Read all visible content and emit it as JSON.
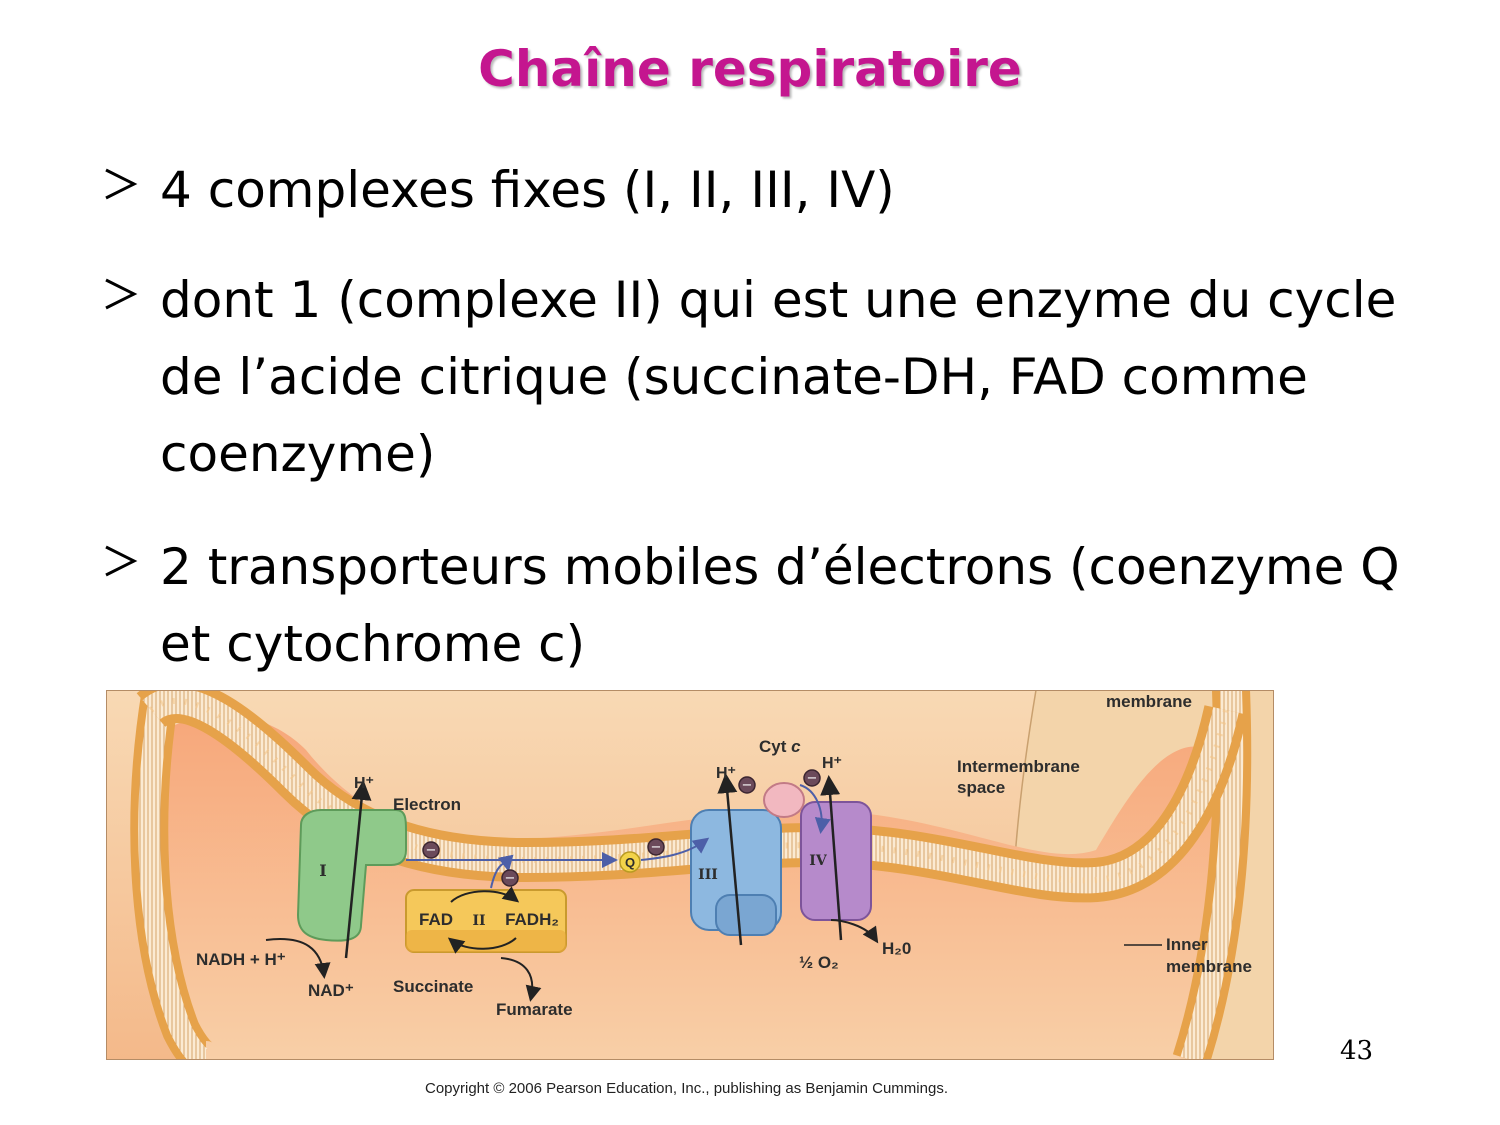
{
  "slide": {
    "title": "Chaîne respiratoire",
    "bullets": [
      "4 complexes fixes (I, II, III, IV)",
      "dont 1 (complexe II) qui est une enzyme du cycle de l’acide citrique (succinate-DH, FAD comme coenzyme)",
      "2 transporteurs mobiles d’électrons (coenzyme Q et cytochrome c)"
    ],
    "page_number": "43",
    "copyright": "Copyright © 2006 Pearson Education, Inc., publishing as Benjamin Cummings.",
    "colors": {
      "title": "#c4168f",
      "membrane": "#e9a44a",
      "background": "#f6c89b"
    }
  },
  "diagram": {
    "labels": {
      "membrane_top": "membrane",
      "intermembrane_line1": "Intermembrane",
      "intermembrane_line2": "space",
      "inner_line1": "Inner",
      "inner_line2": "membrane",
      "electron": "Electron",
      "h_plus": "H⁺",
      "cyt_c_prefix": "Cyt ",
      "cyt_c_italic": "c",
      "q": "Q",
      "nadh": "NADH + H⁺",
      "nad": "NAD⁺",
      "fad": "FAD",
      "fadh2": "FADH₂",
      "succinate": "Succinate",
      "fumarate": "Fumarate",
      "half_o2": "½ O₂",
      "h2o": "H₂0",
      "electron_symbol": "−"
    },
    "complexes": [
      {
        "numeral": "I",
        "color": "#8fc98a"
      },
      {
        "numeral": "II",
        "color": "#f5c85a"
      },
      {
        "numeral": "III",
        "color": "#8db8e0"
      },
      {
        "numeral": "IV",
        "color": "#b68acb"
      }
    ]
  }
}
